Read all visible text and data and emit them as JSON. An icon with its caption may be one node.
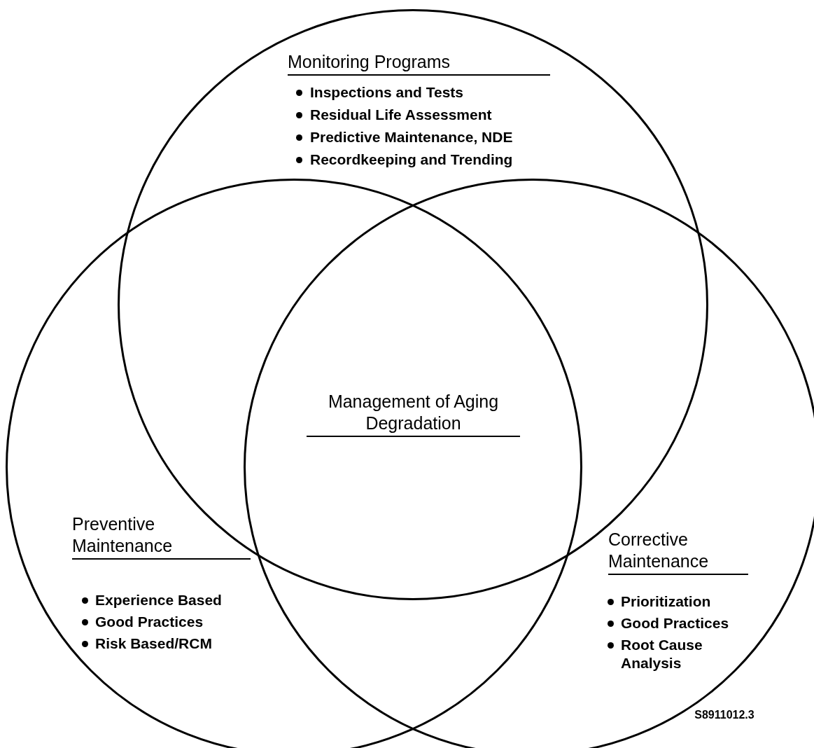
{
  "diagram": {
    "nodes": [
      {
        "text": [
          "Monitoring Programs",
          "Inspections and Tests",
          "Residual Life Assessment",
          "Predictive Maintenance, NDE",
          "Recordkeeping and Trending"
        ]
      },
      {
        "text": [
          "Preventive Maintenance",
          "Experience Based",
          "Good Practices",
          "Risk Based/RCM"
        ]
      },
      {
        "text": [
          "Corrective Maintenance",
          "Prioritization",
          "Good Practices",
          "Root Cause Analysis"
        ]
      }
    ],
    "labels": [
      "Management of Aging Degradation",
      "S8911012.3"
    ]
  }
}
